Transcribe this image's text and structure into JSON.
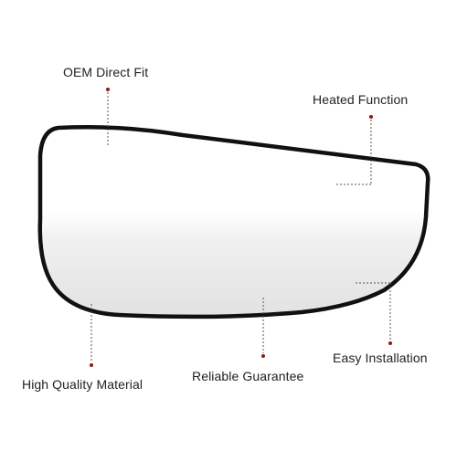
{
  "labels": {
    "oem_direct_fit": "OEM Direct Fit",
    "heated_function": "Heated Function",
    "easy_installation": "Easy Installation",
    "high_quality_material": "High Quality Material",
    "reliable_guarantee": "Reliable Guarantee"
  },
  "colors": {
    "frame": "#111111",
    "glass_top": "#ffffff",
    "glass_bottom": "#e6e6e6",
    "dot": "#8b1a1a",
    "leader": "#555555",
    "text": "#222222"
  }
}
